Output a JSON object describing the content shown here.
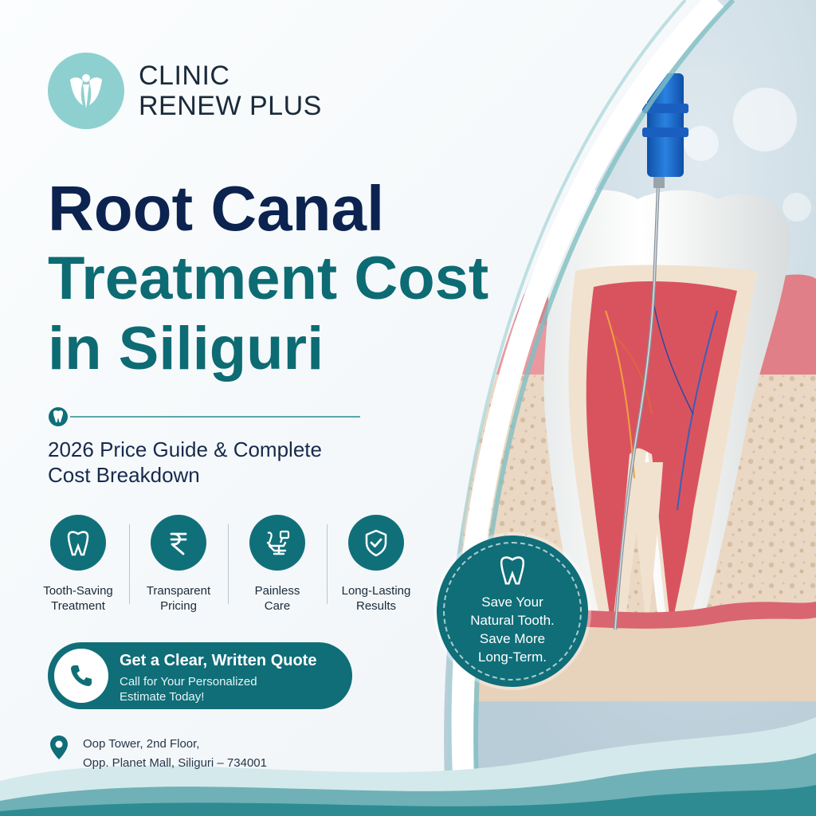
{
  "brand": {
    "logo_icon": "tooth-leaf-logo-icon",
    "name_line1": "CLINIC",
    "name_line2": "RENEW PLUS"
  },
  "headline": {
    "line1": "Root Canal",
    "line2": "Treatment Cost",
    "line3": "in Siliguri"
  },
  "divider_icon": "tooth-icon",
  "subtitle": {
    "line1": "2026 Price Guide & Complete",
    "line2": "Cost Breakdown"
  },
  "features": [
    {
      "icon": "tooth-icon",
      "line1": "Tooth-Saving",
      "line2": "Treatment"
    },
    {
      "icon": "rupee-icon",
      "line1": "Transparent",
      "line2": "Pricing"
    },
    {
      "icon": "dental-chair-icon",
      "line1": "Painless",
      "line2": "Care"
    },
    {
      "icon": "shield-check-icon",
      "line1": "Long-Lasting",
      "line2": "Results"
    }
  ],
  "cta": {
    "icon": "phone-icon",
    "title": "Get a Clear, Written Quote",
    "sub_line1": "Call for Your Personalized",
    "sub_line2": "Estimate Today!"
  },
  "address": {
    "icon": "location-pin-icon",
    "line1": "Oop Tower, 2nd Floor,",
    "line2": "Opp. Planet Mall, Siliguri – 734001"
  },
  "badge": {
    "icon": "tooth-icon",
    "line1": "Save Your",
    "line2": "Natural Tooth.",
    "line3": "Save More",
    "line4": "Long-Term."
  },
  "colors": {
    "navy": "#0c2350",
    "teal": "#0d6b73",
    "teal_button": "#0f6e78",
    "logo_teal": "#8ed0d0",
    "gum_pink": "#d9707a",
    "file_blue": "#1f6fd0"
  }
}
